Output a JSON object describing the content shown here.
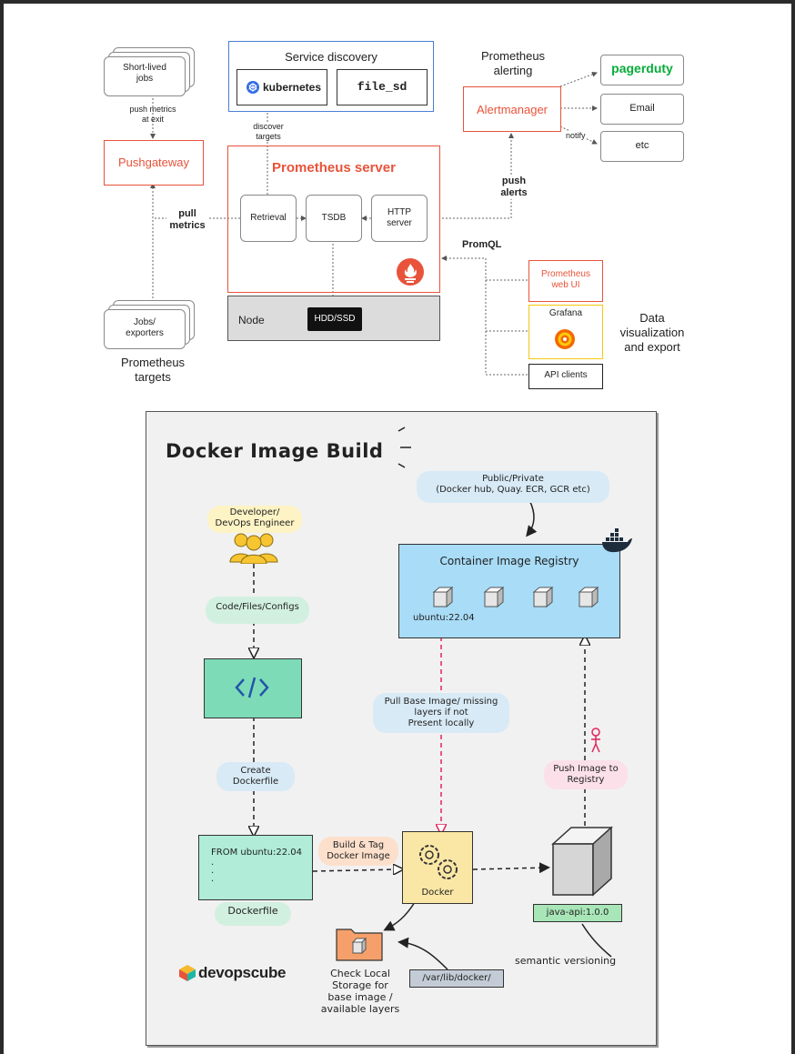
{
  "prometheus": {
    "short_lived_jobs": "Short-lived\njobs",
    "push_metrics_label": "push metrics\nat exit",
    "pushgateway": "Pushgateway",
    "pull_metrics": "pull\nmetrics",
    "jobs_exporters": "Jobs/\nexporters",
    "prometheus_targets": "Prometheus\ntargets",
    "service_discovery": "Service discovery",
    "kubernetes": "kubernetes",
    "file_sd": "file_sd",
    "discover_targets": "discover\ntargets",
    "prometheus_server": "Prometheus server",
    "retrieval": "Retrieval",
    "tsdb": "TSDB",
    "http_server": "HTTP\nserver",
    "node": "Node",
    "hdd_ssd": "HDD/SSD",
    "prometheus_alerting": "Prometheus\nalerting",
    "alertmanager": "Alertmanager",
    "pagerduty": "pagerduty",
    "email": "Email",
    "etc": "etc",
    "notify": "notify",
    "push_alerts": "push\nalerts",
    "promql": "PromQL",
    "prometheus_web_ui": "Prometheus\nweb UI",
    "grafana": "Grafana",
    "api_clients": "API clients",
    "data_viz": "Data\nvisualization\nand export"
  },
  "docker": {
    "title": "Docker Image Build",
    "public_private": "Public/Private\n(Docker hub, Quay. ECR, GCR etc)",
    "developer": "Developer/\nDevOps Engineer",
    "registry_title": "Container Image Registry",
    "registry_tag": "ubuntu:22.04",
    "code_files": "Code/Files/Configs",
    "pull_base": "Pull Base Image/ missing\nlayers if not\nPresent locally",
    "create_dockerfile": "Create\nDockerfile",
    "push_image": "Push Image to\nRegistry",
    "from_line": "FROM ubuntu:22.04",
    "dots": ".\n.\n.",
    "dockerfile_label": "Dockerfile",
    "build_tag": "Build & Tag\nDocker Image",
    "docker_label": "Docker",
    "java_api": "java-api:1.0.0",
    "check_local": "Check Local\nStorage for\nbase image /\navailable layers",
    "var_lib": "/var/lib/docker/",
    "semantic": "semantic versioning",
    "brand": "devopscube"
  },
  "colors": {
    "prometheus_orange": "#e8533a",
    "service_discovery_blue": "#4a7fd4",
    "grafana_yellow": "#f2c811",
    "pagerduty_green": "#06ac38",
    "registry_blue": "#a8dcf7",
    "dockerfile_green": "#7ddcb7",
    "docker_yellow": "#fbe7a5",
    "pull_red": "#e0245e"
  },
  "icons": [
    "kubernetes-icon",
    "prometheus-flame-icon",
    "grafana-icon",
    "code-icon",
    "gears-icon",
    "docker-whale-icon",
    "people-icon",
    "folder-icon",
    "cube-icon",
    "person-icon",
    "devopscube-logo"
  ]
}
